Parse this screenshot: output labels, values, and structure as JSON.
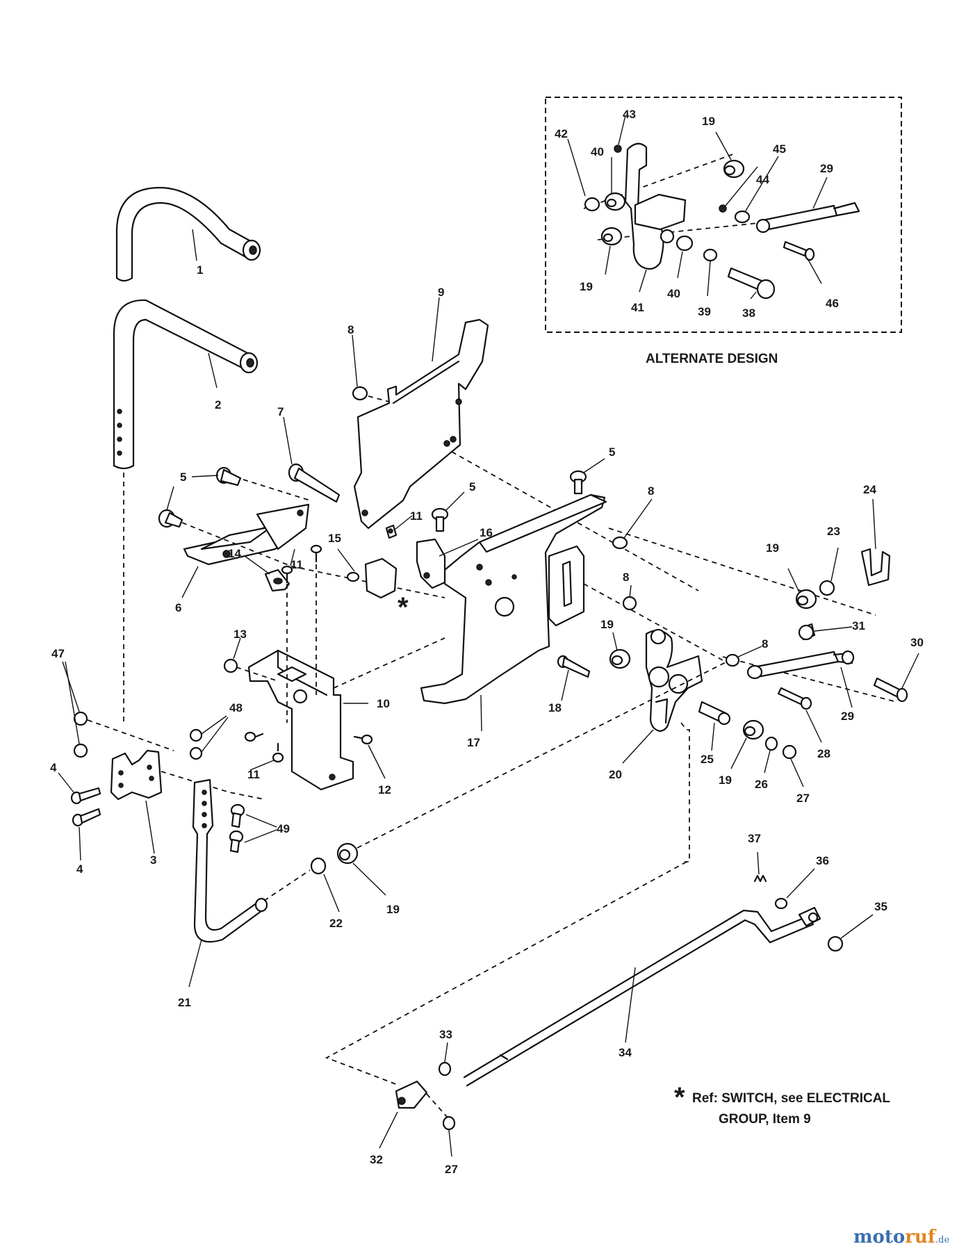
{
  "diagram": {
    "alternate_design_caption": "ALTERNATE DESIGN",
    "note_star": "*",
    "note_line1": "Ref: SWITCH, see ELECTRICAL",
    "note_line2": "GROUP, Item 9",
    "watermark": {
      "part1": "moto",
      "part2": "ruf",
      "part3": ".de"
    },
    "callouts": {
      "c1": "1",
      "c2": "2",
      "c3": "3",
      "c4a": "4",
      "c4b": "4",
      "c5a": "5",
      "c5b": "5",
      "c5c": "5",
      "c6": "6",
      "c7": "7",
      "c8a": "8",
      "c8b": "8",
      "c8c": "8",
      "c8d": "8",
      "c9": "9",
      "c10": "10",
      "c11a": "11",
      "c11b": "11",
      "c11c": "11",
      "c12": "12",
      "c13": "13",
      "c14": "14",
      "c15": "15",
      "c16": "16",
      "c17": "17",
      "c18": "18",
      "c19a": "19",
      "c19b": "19",
      "c19c": "19",
      "c19d": "19",
      "c19e": "19",
      "c19f": "19",
      "c20": "20",
      "c21": "21",
      "c22": "22",
      "c23": "23",
      "c24": "24",
      "c25": "25",
      "c26": "26",
      "c27a": "27",
      "c27b": "27",
      "c28": "28",
      "c29a": "29",
      "c29b": "29",
      "c30": "30",
      "c31": "31",
      "c32": "32",
      "c33": "33",
      "c34": "34",
      "c35": "35",
      "c36": "36",
      "c37": "37",
      "c38": "38",
      "c39": "39",
      "c40a": "40",
      "c40b": "40",
      "c41": "41",
      "c42": "42",
      "c43": "43",
      "c44": "44",
      "c45": "45",
      "c46": "46",
      "c47": "47",
      "c48": "48",
      "c49": "49"
    }
  }
}
